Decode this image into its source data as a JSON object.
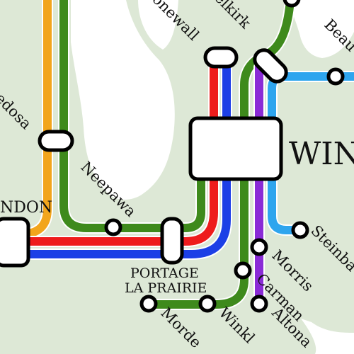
{
  "map": {
    "colors": {
      "land": "#dde8d6",
      "water": "#ffffff",
      "line_orange": "#f2a51c",
      "line_green": "#3e8a1c",
      "line_red": "#ee1c1c",
      "line_blue": "#1c3fe6",
      "line_purple": "#8a2bd6",
      "line_lightblue": "#2ea5ee",
      "station_fill": "#ffffff",
      "station_stroke": "#000000"
    },
    "stations": {
      "edosa": "edosa",
      "neepawa": "Neepawa",
      "ndon": "NDON",
      "portage_line1": "PORTAGE",
      "portage_line2": "LA PRAIRIE",
      "stonewall": "onewall",
      "selkirk": "elkirk",
      "beau": "Beau",
      "winnipeg": "WIN",
      "steinbach": "Steinba",
      "morris": "Morris",
      "carman": "Carman",
      "altona": "Altona",
      "winkler": "Winkl",
      "morden": "Morde"
    }
  }
}
